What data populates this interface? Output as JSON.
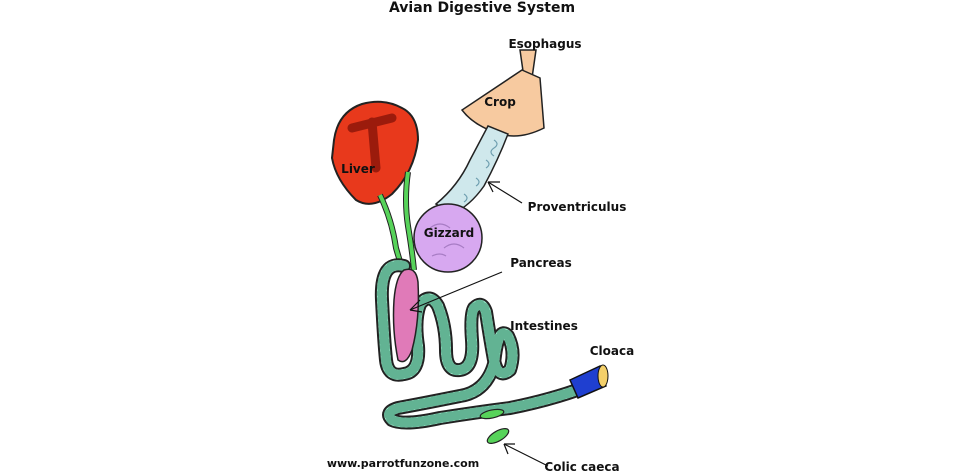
{
  "title": "Avian Digestive System",
  "labels": {
    "esophagus": "Esophagus",
    "crop": "Crop",
    "liver": "Liver",
    "gizzard": "Gizzard",
    "proventriculus": "Proventriculus",
    "pancreas": "Pancreas",
    "intestines": "Intestines",
    "cloaca": "Cloaca",
    "colic_caeca": "Colic caeca"
  },
  "footer_url": "www.parrotfunzone.com",
  "colors": {
    "crop": "#f7caa0",
    "liver": "#e8391c",
    "gizzard": "#d7a8f0",
    "proventriculus": "#cfe8ec",
    "pancreas": "#e07ab8",
    "intestine": "#9fefd0",
    "cloaca": "#1f3fd0",
    "bile_duct": "#57d35a"
  }
}
